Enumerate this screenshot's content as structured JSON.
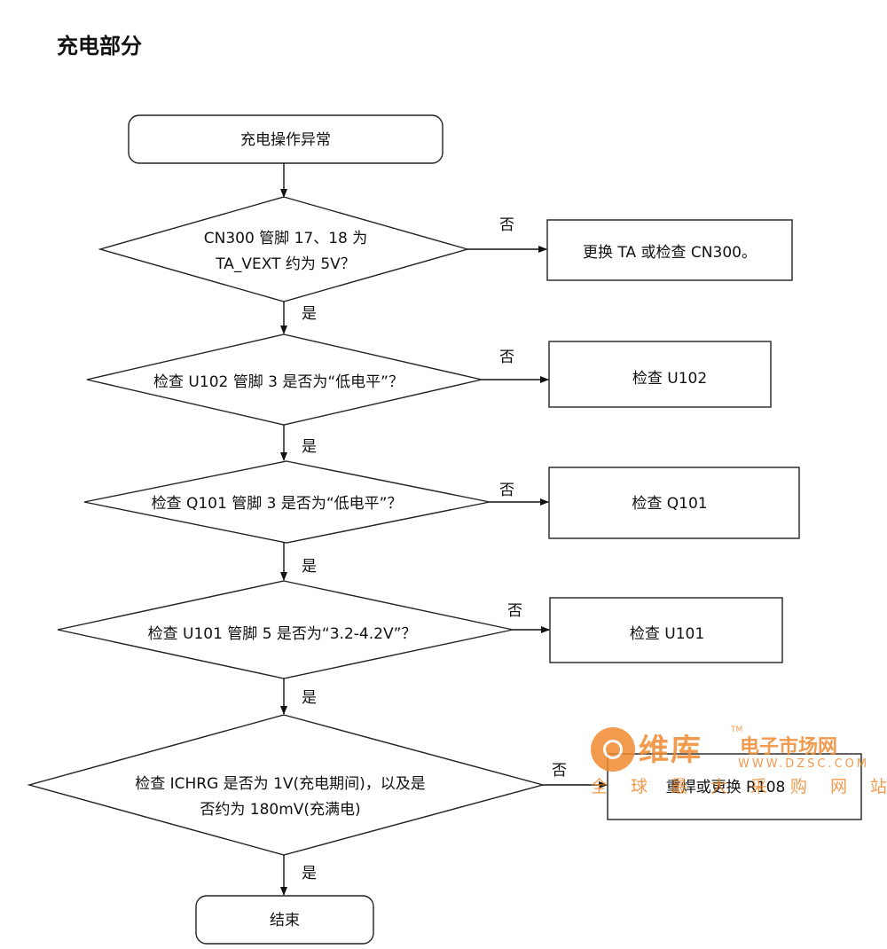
{
  "title": "充电部分",
  "nodes": {
    "start": "充电操作异常",
    "d1_line1": "CN300 管脚 17、18 为",
    "d1_line2": "TA_VEXT 约为 5V？",
    "r1": "更换 TA 或检查 CN300。",
    "d2": "检查 U102 管脚 3 是否为“低电平”？",
    "r2": "检查 U102",
    "d3": "检查 Q101 管脚 3 是否为“低电平”？",
    "r3": "检查 Q101",
    "d4": "检查 U101 管脚 5 是否为“3.2-4.2V”？",
    "r4": "检查 U101",
    "d5_line1": "检查 ICHRG 是否为 1V(充电期间)，以及是",
    "d5_line2": "否约为 180mV(充满电)",
    "r5": "重焊或更换 R108",
    "end": "结束"
  },
  "labels": {
    "yes": "是",
    "no": "否"
  },
  "watermark": {
    "brand": "维库",
    "tm": "TM",
    "sub": "电子市场网",
    "url": "WWW.DZSC.COM",
    "slogan": "全球最大采购网站",
    "color": "#f08a30"
  }
}
